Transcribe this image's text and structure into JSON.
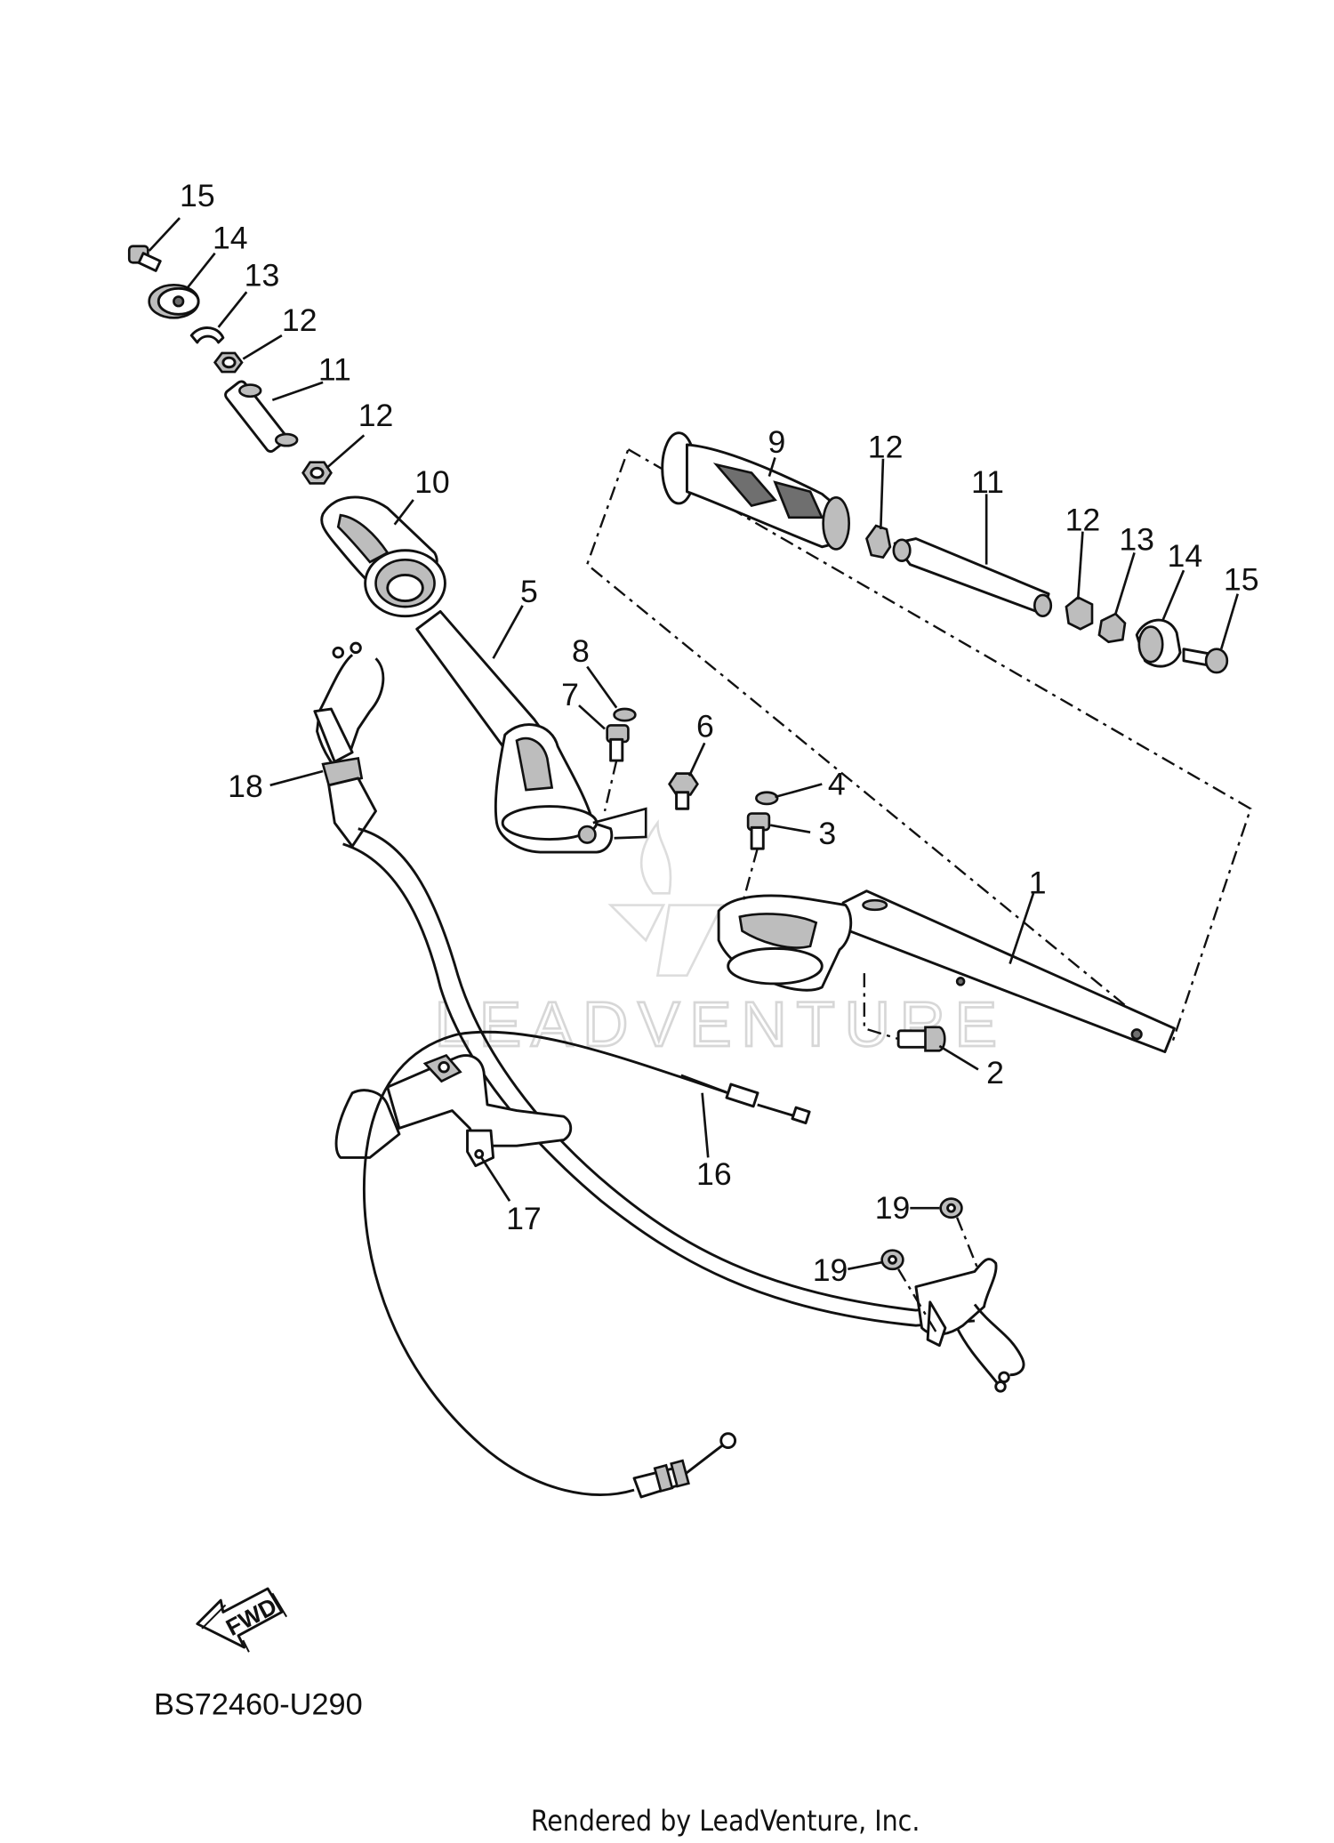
{
  "callouts": {
    "c1": "1",
    "c2": "2",
    "c3": "3",
    "c4": "4",
    "c5": "5",
    "c6": "6",
    "c7": "7",
    "c8": "8",
    "c9": "9",
    "c10": "10",
    "c11a": "11",
    "c11b": "11",
    "c12a": "12",
    "c12b": "12",
    "c12c": "12",
    "c12d": "12",
    "c13a": "13",
    "c13b": "13",
    "c14a": "14",
    "c14b": "14",
    "c15a": "15",
    "c15b": "15",
    "c16": "16",
    "c17": "17",
    "c18": "18",
    "c19a": "19",
    "c19b": "19"
  },
  "fwd_label": "FWD",
  "diagram_code": "BS72460-U290",
  "watermark_text": "LEADVENTURE",
  "footer_text": "Rendered by LeadVenture, Inc."
}
